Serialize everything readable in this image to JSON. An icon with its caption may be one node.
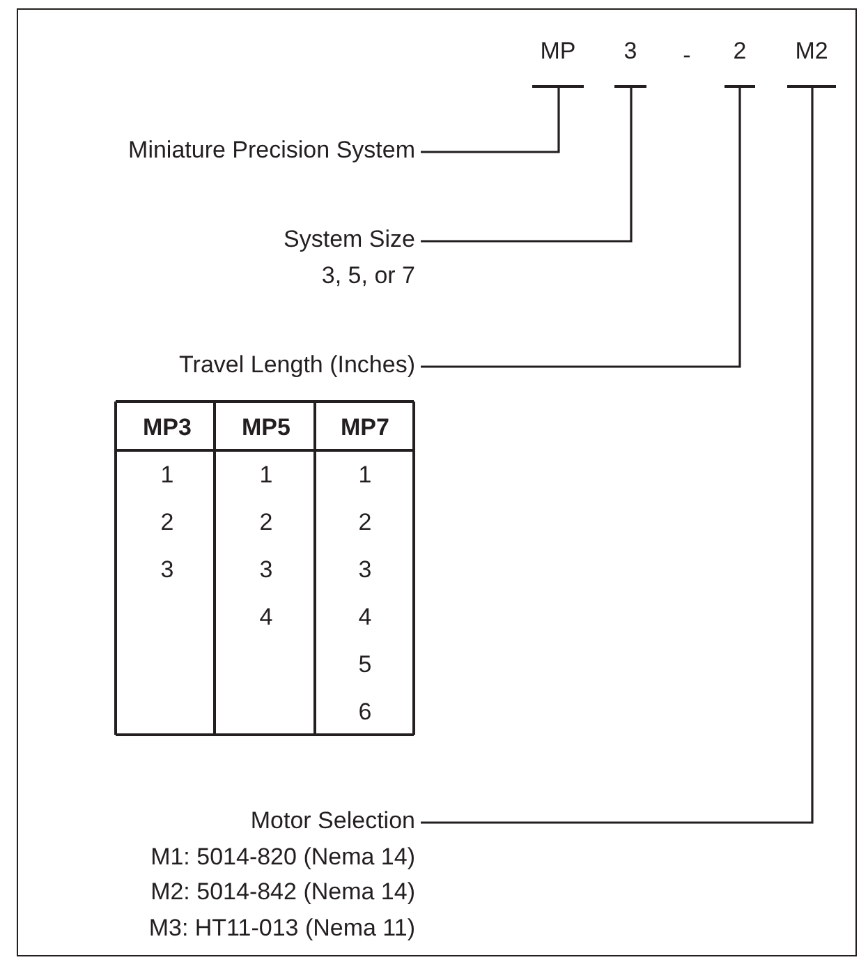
{
  "diagram": {
    "nodes": [
      {
        "text": [
          "MP"
        ]
      },
      {
        "text": [
          "3"
        ]
      },
      {
        "text": [
          "2"
        ]
      },
      {
        "text": [
          "M2"
        ]
      },
      {
        "text": [
          "Miniature Precision System"
        ]
      },
      {
        "text": [
          "System Size",
          "3, 5, or 7"
        ]
      },
      {
        "text": [
          "Travel Length (Inches)"
        ]
      },
      {
        "text": [
          "Motor Selection",
          "M1: 5014-820 (Nema 14)",
          "M2: 5014-842 (Nema 14)",
          "M3: HT11-013 (Nema 11)"
        ]
      }
    ],
    "edges": [
      {
        "from": 4,
        "to": 0,
        "arrow": "none"
      },
      {
        "from": 5,
        "to": 1,
        "arrow": "none"
      },
      {
        "from": 6,
        "to": 2,
        "arrow": "none"
      },
      {
        "from": 7,
        "to": 3,
        "arrow": "none"
      }
    ],
    "labels": [
      "-",
      "MP3",
      "MP5",
      "MP7",
      "1",
      "1",
      "1",
      "2",
      "2",
      "2",
      "3",
      "3",
      "3",
      "4",
      "4",
      "5",
      "6"
    ]
  }
}
